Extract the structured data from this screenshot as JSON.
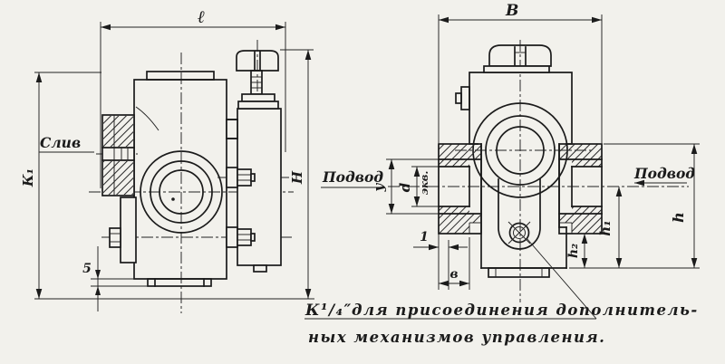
{
  "drawing": {
    "kind": "engineering-two-view-valve-drawing",
    "colors": {
      "paper": "#f2f1ec",
      "ink": "#1b1b1b"
    },
    "left_view": {
      "dim_length": "ℓ",
      "dim_k1": "К₁",
      "dim_height": "Н",
      "dim_foot": "5",
      "port_drain": "Слив"
    },
    "right_view": {
      "dim_width": "В",
      "dim_h": "h",
      "dim_h1": "h₁",
      "dim_h2": "h₂",
      "dim_bore": "у",
      "dim_d": "d",
      "dim_d_note": "экв.",
      "dim_gap": "1",
      "dim_flange": "в",
      "port_supply_left": "Подвод",
      "port_supply_right": "Подвод"
    },
    "note": {
      "thread": "К¹/₄″",
      "line1": "для присоединения дополнитель-",
      "line2": "ных механизмов управления."
    }
  }
}
